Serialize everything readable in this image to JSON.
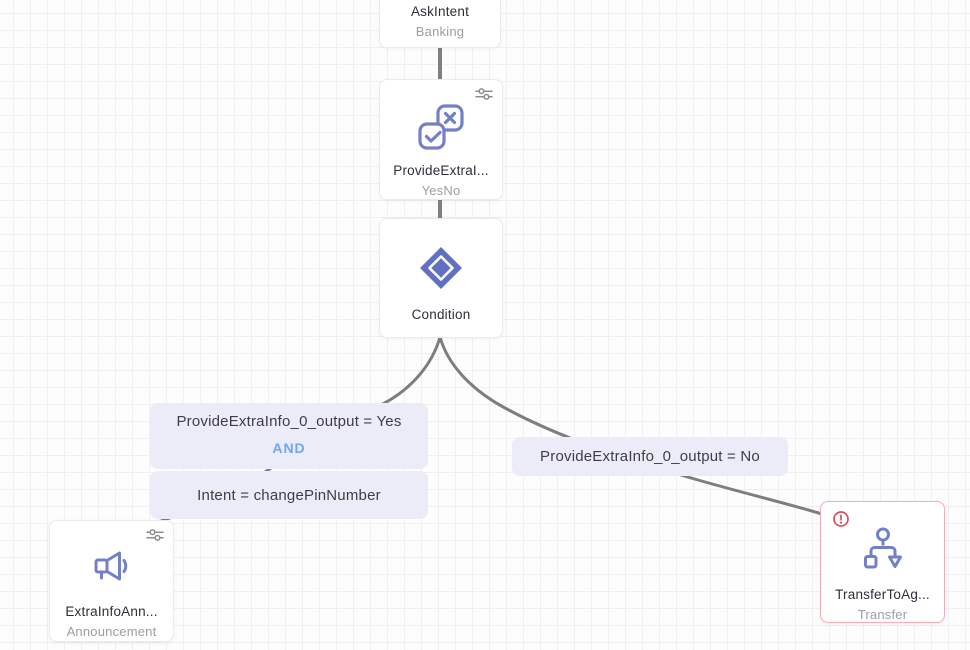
{
  "canvas": {
    "background": "#fdfdfe",
    "grid_line_color": "#f0eff3"
  },
  "nodes": {
    "ask_intent": {
      "title": "AskIntent",
      "subtitle": "Banking"
    },
    "provide_extra_info": {
      "title": "ProvideExtraI...",
      "subtitle": "YesNo"
    },
    "condition": {
      "title": "Condition"
    },
    "extra_info_announcement": {
      "title": "ExtraInfoAnn...",
      "subtitle": "Announcement"
    },
    "transfer_to_agent": {
      "title": "TransferToAg...",
      "subtitle": "Transfer",
      "status": "error"
    }
  },
  "edge_labels": {
    "yes_condition_line1": "ProvideExtraInfo_0_output = Yes",
    "yes_condition_operator": "AND",
    "yes_condition_line2": "Intent = changePinNumber",
    "no_condition": "ProvideExtraInfo_0_output = No"
  },
  "icons": {
    "provide_extra_info": "yes-no-check-cross-icon",
    "condition": "diamond-icon",
    "extra_info_announcement": "megaphone-icon",
    "transfer_to_agent": "org-chart-transfer-icon",
    "node_settings": "sliders-icon",
    "transfer_warning": "alert-circle-icon"
  },
  "colors": {
    "node_icon": "#7380C8",
    "condition_diamond": "#6170C2",
    "edge": "#7E7E7E",
    "operator_text": "#6FA7EE",
    "label_background": "#ECEBF8",
    "label_text": "#3E3D47",
    "node_title": "#2F2E38",
    "node_subtitle": "#9C9CA4",
    "error_border": "#F1AEB6",
    "warning": "#D5505C"
  }
}
